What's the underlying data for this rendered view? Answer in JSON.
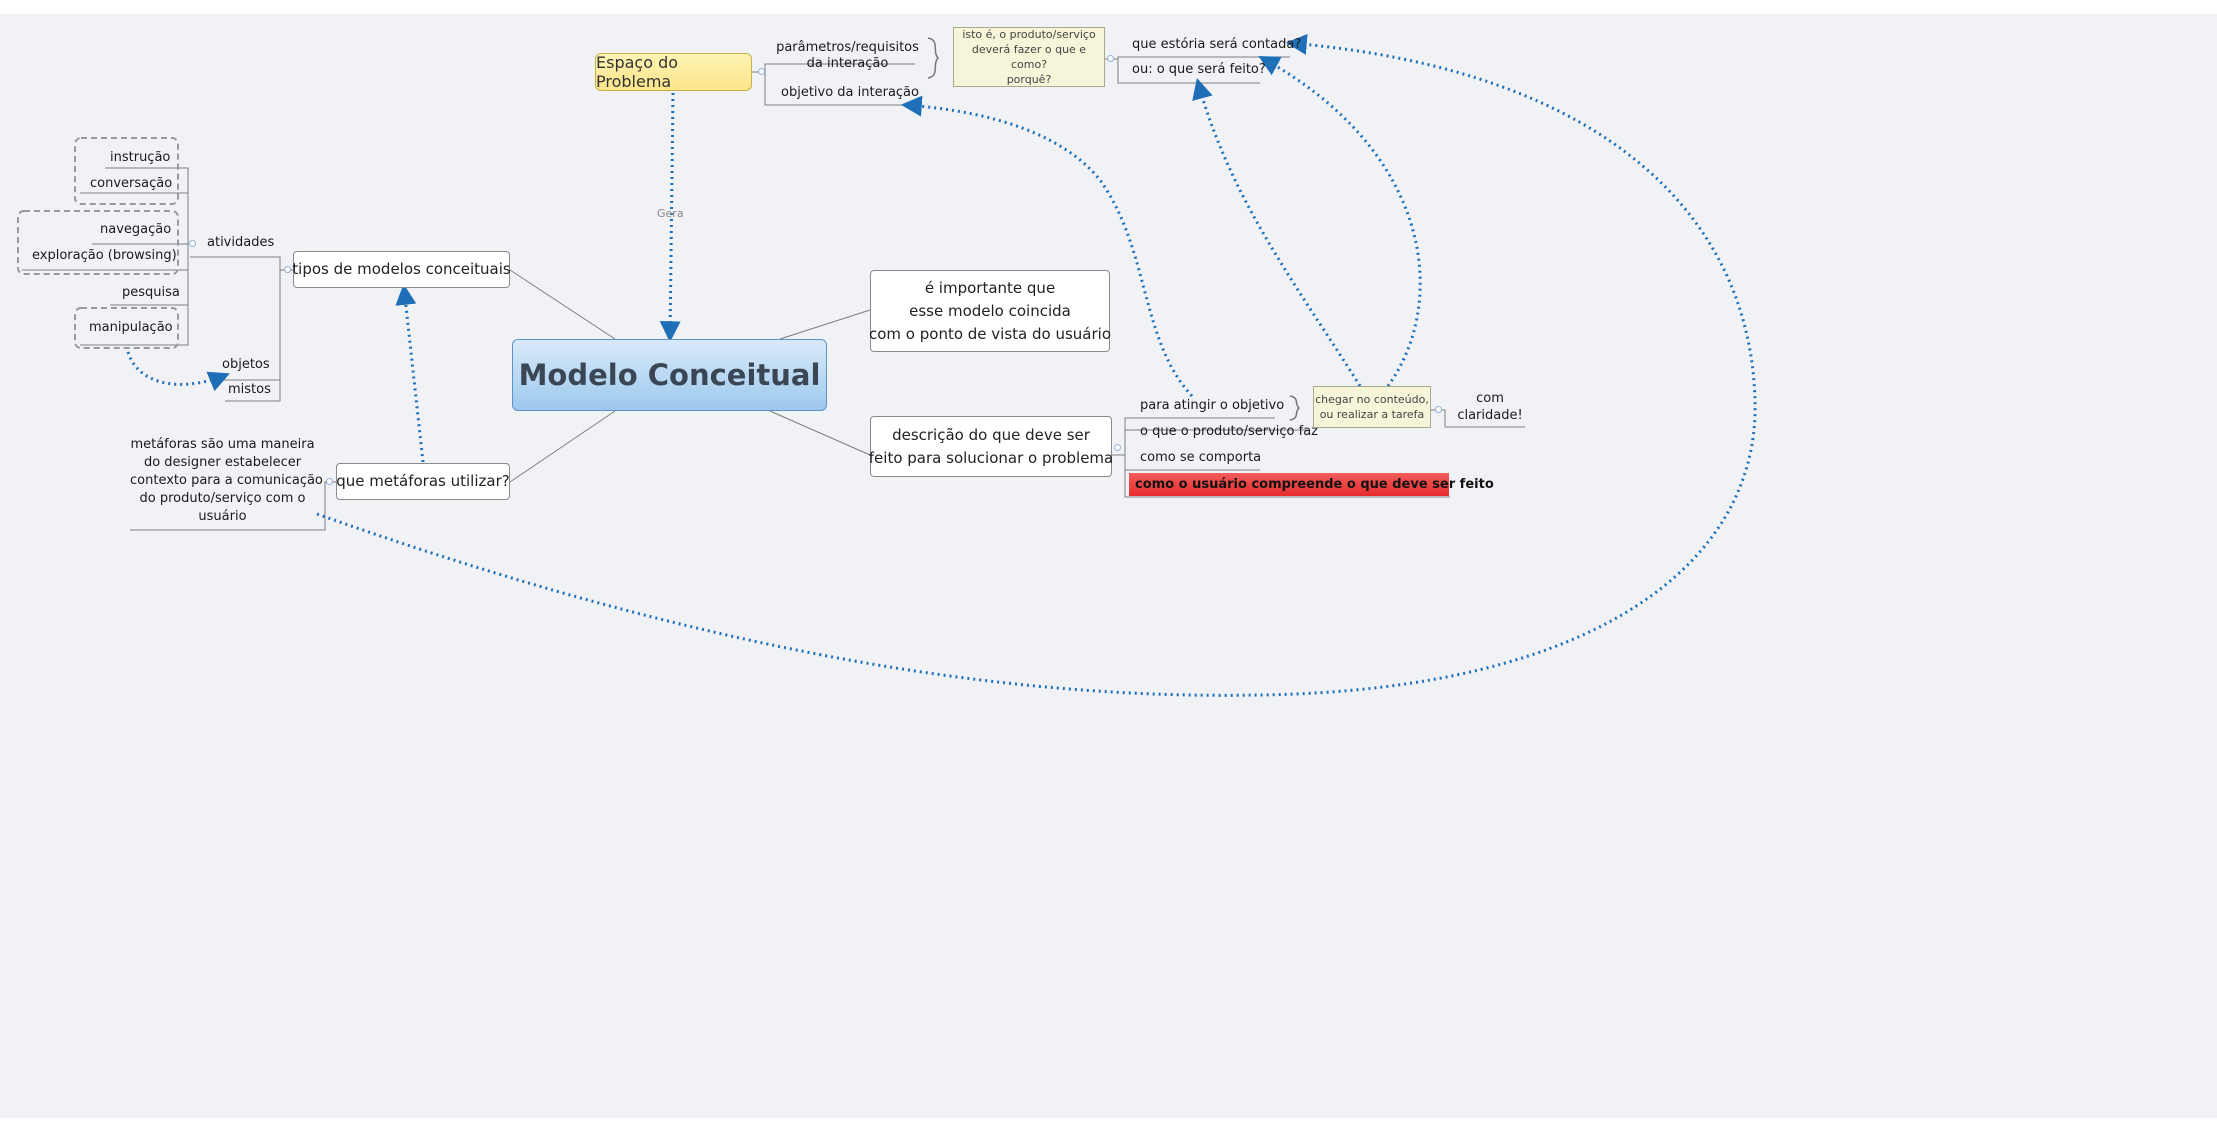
{
  "central": "Modelo Conceitual",
  "problem_space": "Espaço do Problema",
  "relation_label": "Gera",
  "problem": {
    "params": [
      "parâmetros/requisitos",
      "da interação"
    ],
    "objective": "objetivo da interação",
    "note": [
      "isto é, o produto/serviço",
      "deverá fazer o que e como?",
      "porquê?"
    ],
    "story": "que estória será contada?",
    "done": "ou: o que será feito?"
  },
  "models": {
    "label": "tipos de modelos conceituais",
    "activities": "atividades",
    "activity_items": [
      "instrução",
      "conversação",
      "navegação",
      "exploração (browsing)",
      "pesquisa",
      "manipulação"
    ],
    "objects": "objetos",
    "mixed": "mistos"
  },
  "metaphors": {
    "label": "que metáforas utilizar?",
    "note": [
      "metáforas são uma maneira",
      "do designer estabelecer",
      "contexto para a comunicação",
      "do produto/serviço com o",
      "usuário"
    ]
  },
  "important": [
    "é importante que",
    "esse modelo coincida",
    "com o ponto de vista do usuário"
  ],
  "description": {
    "label": [
      "descrição do que deve ser",
      "feito para solucionar o problema"
    ],
    "items": [
      "para atingir o objetivo",
      "o que o produto/serviço faz",
      "como se comporta",
      "como o usuário compreende o que deve ser feito"
    ],
    "note": [
      "chegar no conteúdo,",
      "ou realizar a tarefa"
    ],
    "clarity": [
      "com",
      "claridade!"
    ]
  },
  "colors": {
    "relationship": "#1f6fb8",
    "highlight": "#e8393a",
    "central_fill": "#a9d0f0",
    "problem_fill": "#fbe99a"
  }
}
